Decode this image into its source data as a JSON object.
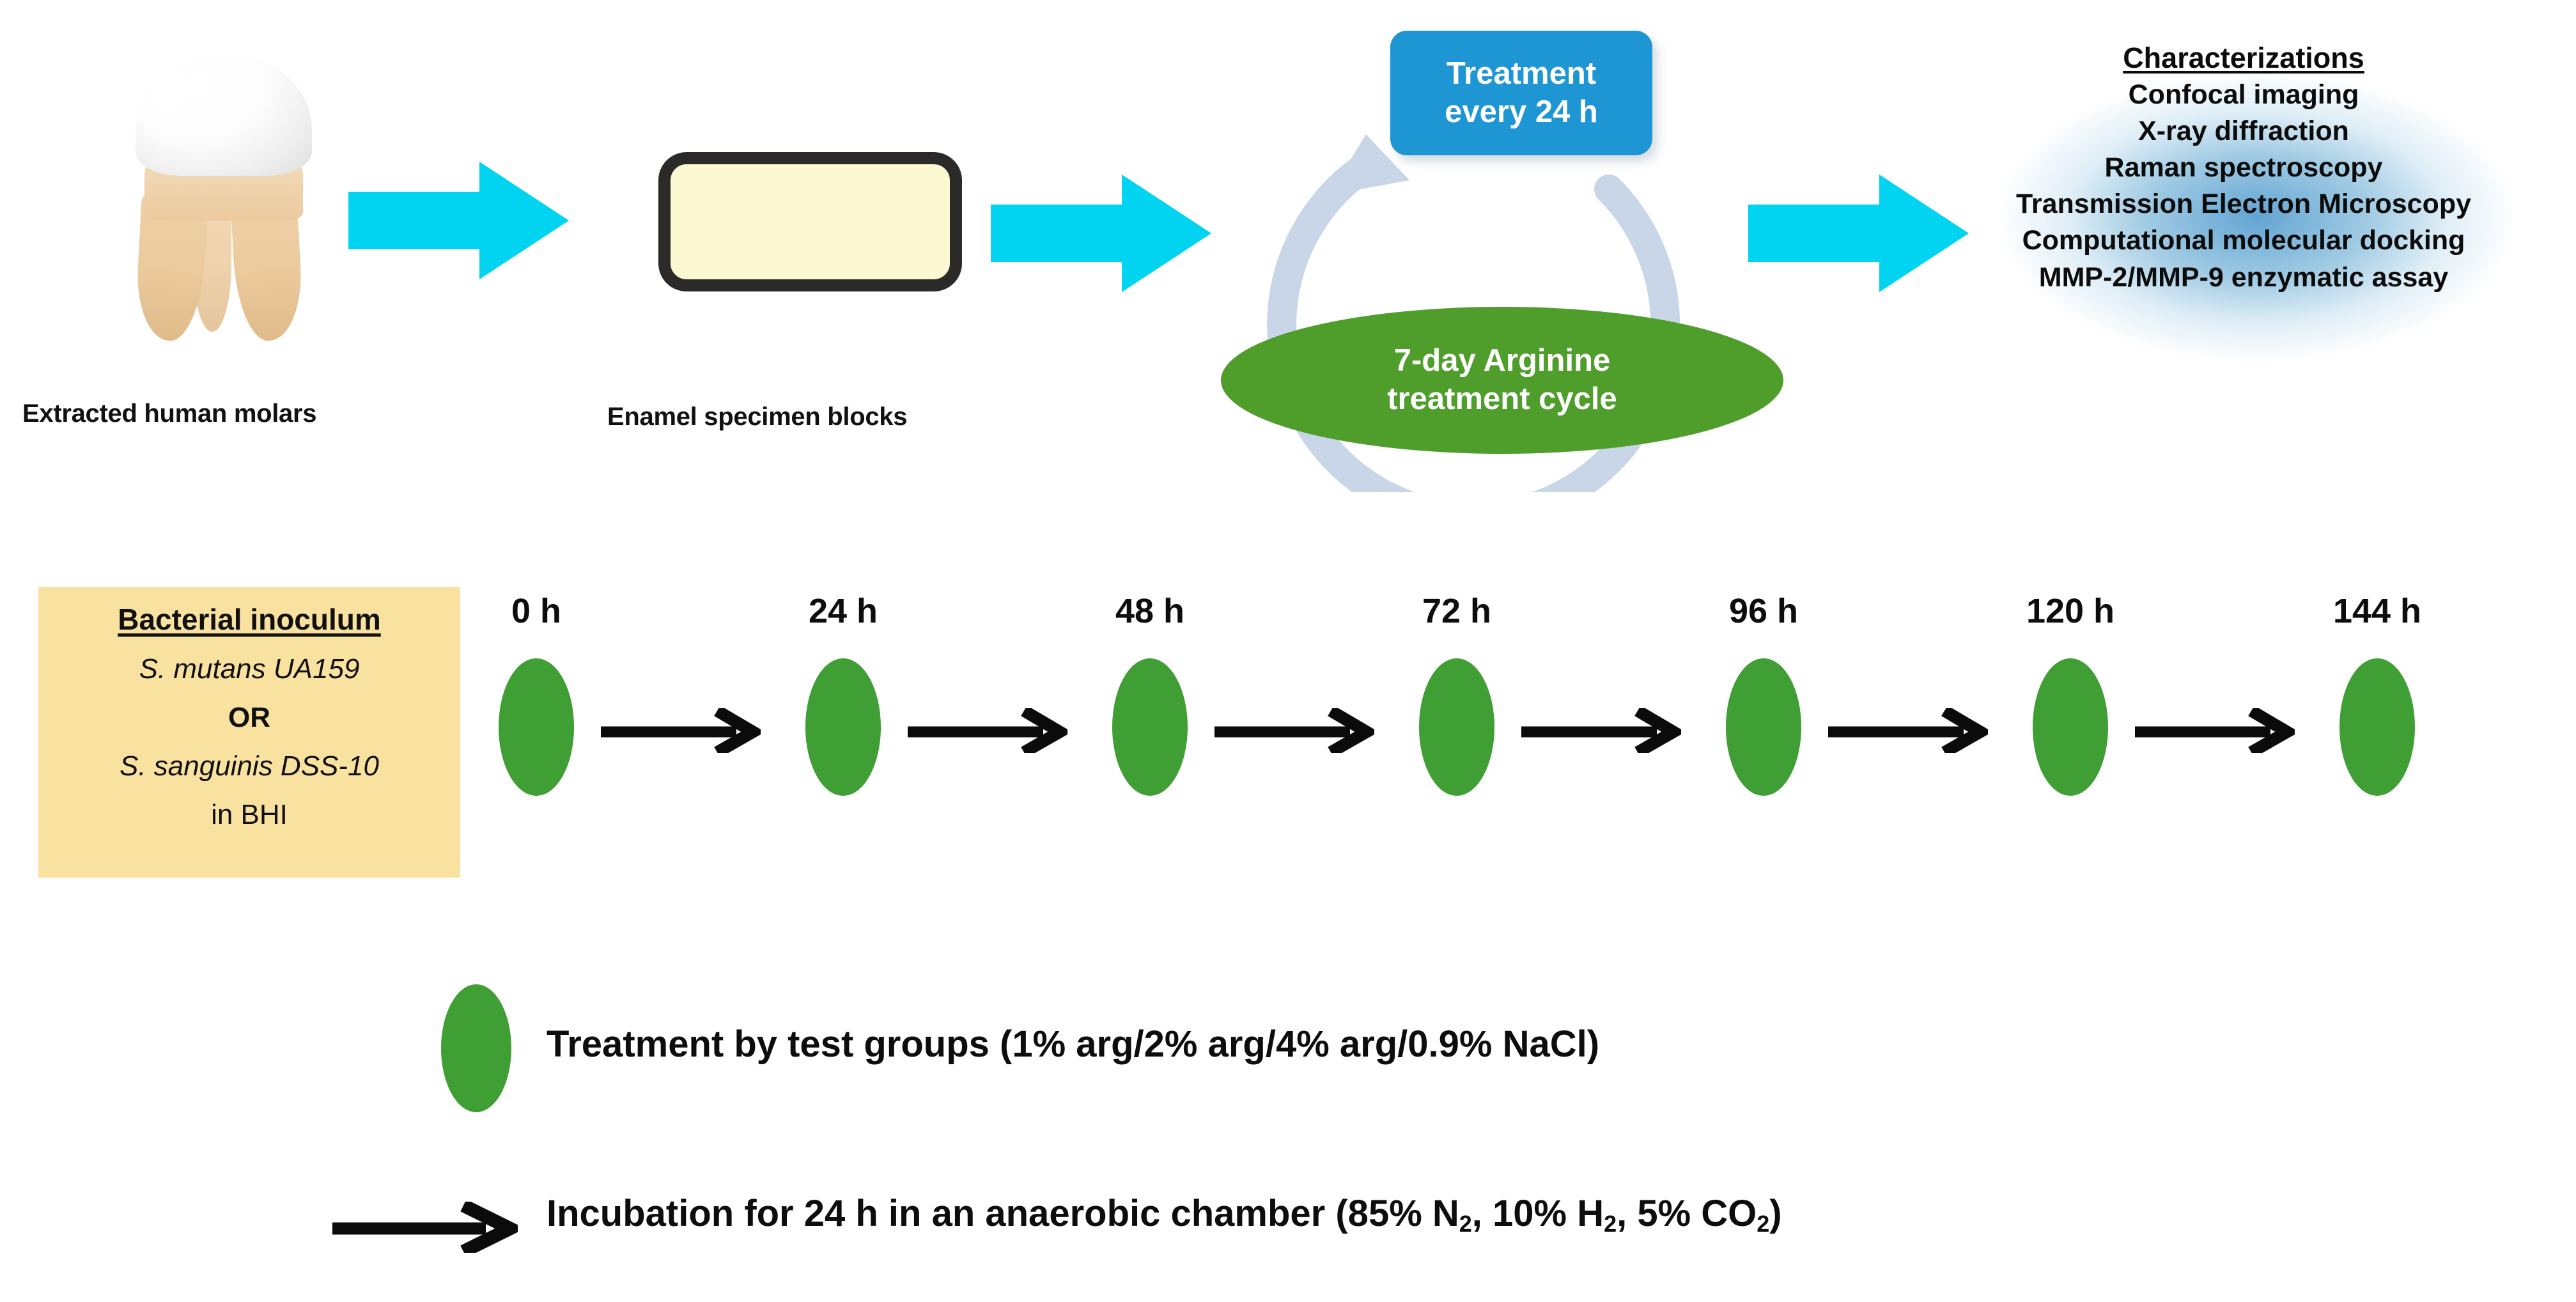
{
  "workflow": {
    "step1": {
      "caption": "Extracted human molars",
      "icon": "tooth-icon"
    },
    "step2": {
      "caption": "Enamel specimen blocks",
      "icon": "enamel-block-icon"
    },
    "step3": {
      "treatment_box": {
        "line1": "Treatment",
        "line2": "every 24 h"
      },
      "cycle_ellipse": {
        "line1": "7-day  Arginine",
        "line2": "treatment  cycle"
      }
    },
    "step4": {
      "title": "Characterizations",
      "items": [
        "Confocal imaging",
        "X-ray diffraction",
        "Raman spectroscopy",
        "Transmission Electron Microscopy",
        "Computational molecular docking",
        "MMP-2/MMP-9 enzymatic assay"
      ]
    }
  },
  "inoculum": {
    "title": "Bacterial inoculum",
    "strain_1": "S. mutans UA159",
    "conjunction": "OR",
    "strain_2": "S. sanguinis DSS-10",
    "medium": "in BHI"
  },
  "timeline": {
    "timepoints": [
      "0 h",
      "24 h",
      "48 h",
      "72 h",
      "96 h",
      "120 h",
      "144 h"
    ],
    "arrow_count": 6
  },
  "legend": {
    "green_marker_label": "Treatment by test groups (1% arg/2% arg/4% arg/0.9% NaCl)",
    "arrow_label_prefix": "Incubation for 24 h in an anaerobic chamber (85% N",
    "arrow_label_sub1": "2",
    "arrow_label_mid1": ", 10% H",
    "arrow_label_sub2": "2",
    "arrow_label_mid2": ", 5% CO",
    "arrow_label_sub3": "2",
    "arrow_label_suffix": ")"
  },
  "colors": {
    "cyan_arrow": "#00d4f0",
    "treatment_blue": "#1f96d4",
    "cycle_green": "#4f9e2c",
    "timeline_green": "#3f9e34",
    "inoculum_yellow": "#f9e2a0",
    "enamel_fill": "#fbf8d2",
    "enamel_border": "#2b2a28",
    "ring_gray_blue": "#c9d6e8",
    "glow_blue": "#5aa0d0"
  }
}
